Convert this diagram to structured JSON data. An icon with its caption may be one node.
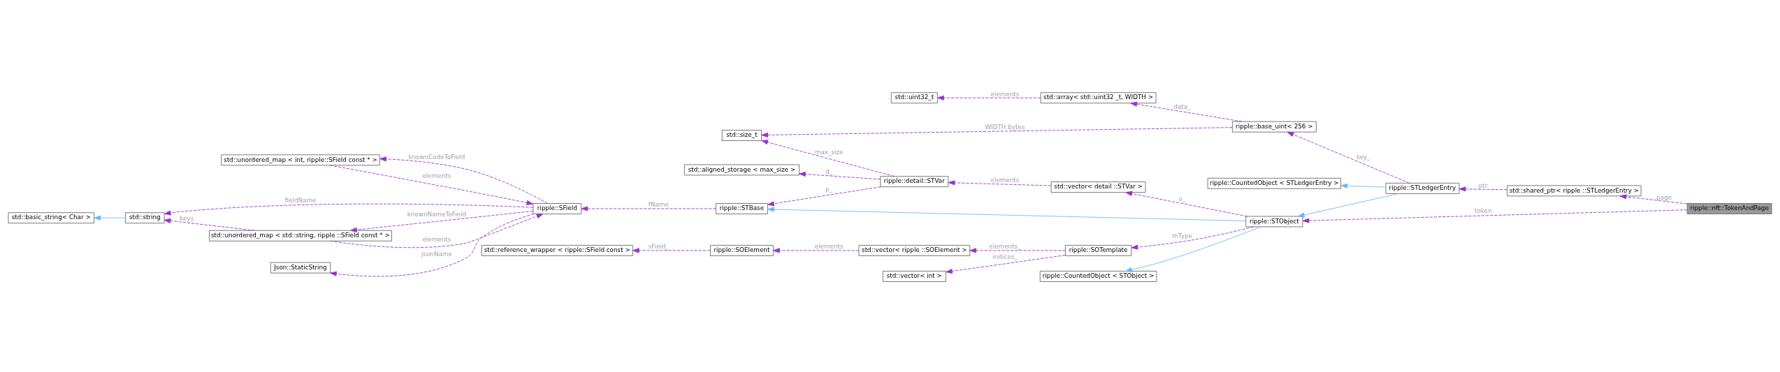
{
  "diagram": {
    "nodes": [
      {
        "text": [
          "ripple::nft::TokenAndPage"
        ]
      },
      {
        "text": [
          "std::shared_ptr< ripple ::STLedgerEntry >"
        ]
      },
      {
        "text": [
          "ripple::STObject"
        ]
      },
      {
        "text": [
          "ripple::STLedgerEntry"
        ]
      },
      {
        "text": [
          "ripple::base_uint< 256 >"
        ]
      },
      {
        "text": [
          "ripple::CountedObject < STLedgerEntry >"
        ]
      },
      {
        "text": [
          "std::array< std::uint32 _t, WIDTH >"
        ]
      },
      {
        "text": [
          "std::uint32_t"
        ]
      },
      {
        "text": [
          "std::size_t"
        ]
      },
      {
        "text": [
          "ripple::STBase"
        ]
      },
      {
        "text": [
          "std::vector< detail ::STVar >"
        ]
      },
      {
        "text": [
          "ripple::SOTemplate"
        ]
      },
      {
        "text": [
          "ripple::CountedObject < STObject >"
        ]
      },
      {
        "text": [
          "ripple::detail::STVar"
        ]
      },
      {
        "text": [
          "std::aligned_storage < max_size >"
        ]
      },
      {
        "text": [
          "std::vector< int >"
        ]
      },
      {
        "text": [
          "std::vector< ripple ::SOElement >"
        ]
      },
      {
        "text": [
          "ripple::SOElement"
        ]
      },
      {
        "text": [
          "std::reference_wrapper < ripple::SField const >"
        ]
      },
      {
        "text": [
          "ripple::SField"
        ]
      },
      {
        "text": [
          "std::unordered_map < int, ripple::SField const * >"
        ]
      },
      {
        "text": [
          "std::unordered_map < std::string, ripple ::SField const * >"
        ]
      },
      {
        "text": [
          "Json::StaticString"
        ]
      },
      {
        "text": [
          "std::string"
        ]
      },
      {
        "text": [
          "std::basic_string< Char >"
        ]
      }
    ],
    "edges": [
      {
        "from": 0,
        "to": 1,
        "arrow": "to",
        "label": "page",
        "style": "dashed"
      },
      {
        "from": 0,
        "to": 2,
        "arrow": "to",
        "label": "token",
        "style": "dashed"
      },
      {
        "from": 1,
        "to": 3,
        "arrow": "to",
        "label": "ptr",
        "style": "dashed"
      },
      {
        "from": 3,
        "to": 4,
        "arrow": "to",
        "label": "key_",
        "style": "dashed"
      },
      {
        "from": 3,
        "to": 5,
        "arrow": "to",
        "color": "#63b8ff"
      },
      {
        "from": 3,
        "to": 2,
        "arrow": "to",
        "color": "#63b8ff"
      },
      {
        "from": 4,
        "to": 6,
        "arrow": "to",
        "label": "data_",
        "style": "dashed"
      },
      {
        "from": 4,
        "to": 8,
        "arrow": "to",
        "label": "WIDTH bytes",
        "style": "dashed"
      },
      {
        "from": 6,
        "to": 7,
        "arrow": "to",
        "label": "elements",
        "style": "dashed"
      },
      {
        "from": 2,
        "to": 9,
        "arrow": "to",
        "color": "#63b8ff"
      },
      {
        "from": 2,
        "to": 10,
        "arrow": "to",
        "label": "v_",
        "style": "dashed"
      },
      {
        "from": 2,
        "to": 11,
        "arrow": "to",
        "label": "mType",
        "style": "dashed"
      },
      {
        "from": 2,
        "to": 12,
        "arrow": "to",
        "color": "#63b8ff"
      },
      {
        "from": 10,
        "to": 13,
        "arrow": "to",
        "label": "elements",
        "style": "dashed"
      },
      {
        "from": 13,
        "to": 8,
        "arrow": "to",
        "label": "max_size",
        "style": "dashed"
      },
      {
        "from": 13,
        "to": 14,
        "arrow": "to",
        "label": "d_",
        "style": "dashed"
      },
      {
        "from": 13,
        "to": 9,
        "arrow": "to",
        "label": "p_",
        "style": "dashed"
      },
      {
        "from": 11,
        "to": 15,
        "arrow": "to",
        "label": "indices_",
        "style": "dashed"
      },
      {
        "from": 11,
        "to": 16,
        "arrow": "to",
        "label": "elements_",
        "style": "dashed"
      },
      {
        "from": 16,
        "to": 17,
        "arrow": "to",
        "label": "elements",
        "style": "dashed"
      },
      {
        "from": 17,
        "to": 18,
        "arrow": "to",
        "label": "sField_",
        "style": "dashed"
      },
      {
        "from": 9,
        "to": 19,
        "arrow": "to",
        "label": "fName",
        "style": "dashed"
      },
      {
        "from": 20,
        "to": 19,
        "arrow": "to",
        "label": "elements",
        "style": "dashed"
      },
      {
        "from": 19,
        "to": 20,
        "arrow": "to",
        "label": "knownCodeToField",
        "style": "dashed"
      },
      {
        "from": 21,
        "to": 19,
        "arrow": "to",
        "label": "elements",
        "style": "dashed"
      },
      {
        "from": 19,
        "to": 21,
        "arrow": "to",
        "label": "knownNameToField",
        "style": "dashed"
      },
      {
        "from": 19,
        "to": 22,
        "arrow": "to",
        "label": "jsonName",
        "style": "dashed"
      },
      {
        "from": 19,
        "to": 23,
        "arrow": "to",
        "label": "fieldName",
        "style": "dashed"
      },
      {
        "from": 21,
        "to": 23,
        "arrow": "to",
        "label": "keys",
        "style": "dashed"
      },
      {
        "from": 23,
        "to": 24,
        "arrow": "to",
        "color": "#63b8ff"
      }
    ]
  }
}
